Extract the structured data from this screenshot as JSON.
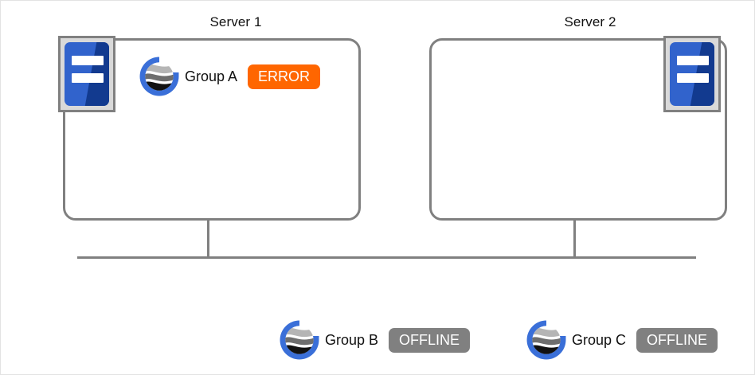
{
  "diagram": {
    "title_label": "",
    "colors": {
      "error_badge": "#ff6600",
      "offline_badge": "#808080",
      "line": "#808080",
      "icon_blue": "#3163cc",
      "icon_blue_dark": "#123a8f",
      "icon_frame": "#d9d9d9"
    }
  },
  "servers": [
    {
      "title": "Server 1",
      "icon_name": "server-icon"
    },
    {
      "title": "Server 2",
      "icon_name": "server-icon"
    }
  ],
  "groups": [
    {
      "icon_name": "globe-logo-icon",
      "label": "Group A",
      "status": "ERROR"
    },
    {
      "icon_name": "globe-logo-icon",
      "label": "Group B",
      "status": "OFFLINE"
    },
    {
      "icon_name": "globe-logo-icon",
      "label": "Group C",
      "status": "OFFLINE"
    }
  ]
}
